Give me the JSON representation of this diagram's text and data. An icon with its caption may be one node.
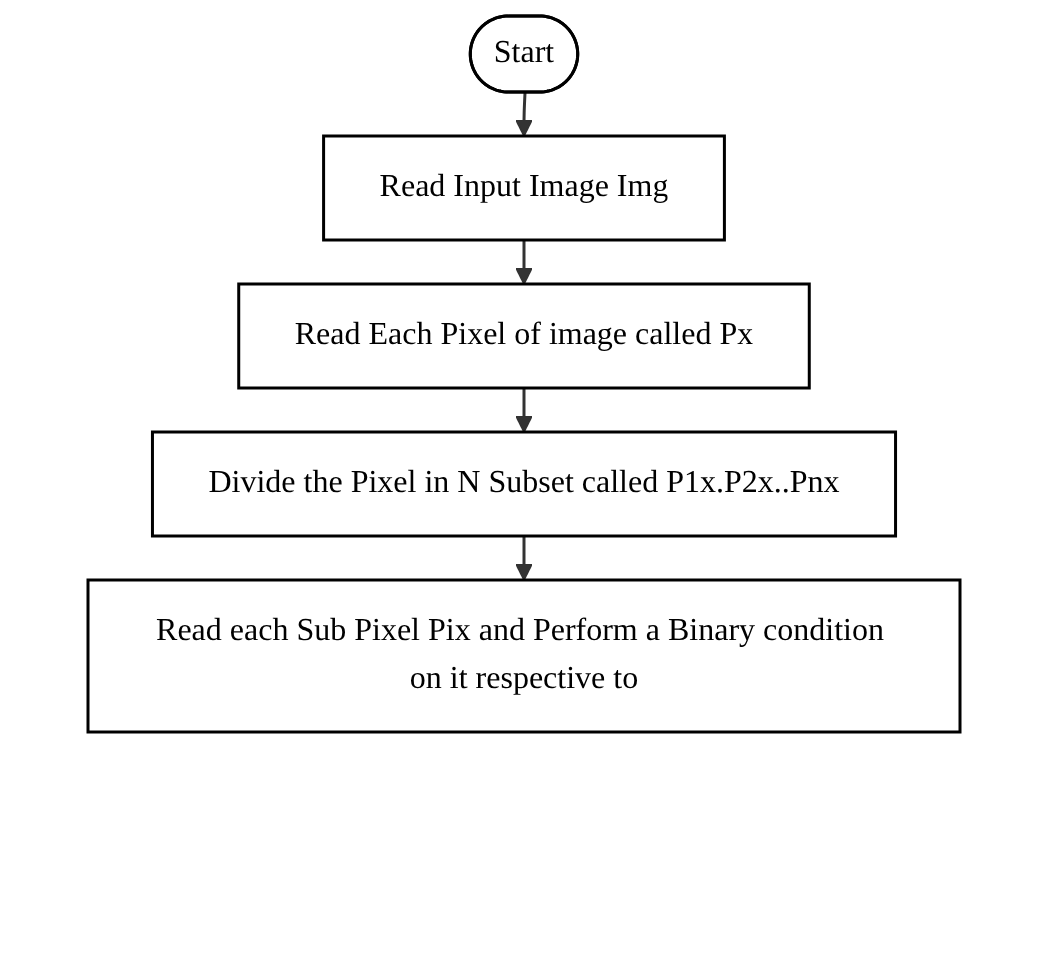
{
  "diagram": {
    "nodes": [
      {
        "text": [
          "Start"
        ]
      },
      {
        "text": [
          "Read Input Image Img"
        ]
      },
      {
        "text": [
          "Read Each Pixel of image called Px"
        ]
      },
      {
        "text": [
          "Divide the Pixel in N Subset called P1x.P2x..Pnx"
        ]
      },
      {
        "text": [
          "Read each Sub Pixel Pix and Perform a Binary condition on it respective to"
        ]
      }
    ],
    "edges": [
      {
        "from": 0,
        "to": 1,
        "arrow": "to"
      },
      {
        "from": 1,
        "to": 2,
        "arrow": "to"
      },
      {
        "from": 2,
        "to": 3,
        "arrow": "to"
      },
      {
        "from": 3,
        "to": 4,
        "arrow": "to"
      }
    ]
  }
}
